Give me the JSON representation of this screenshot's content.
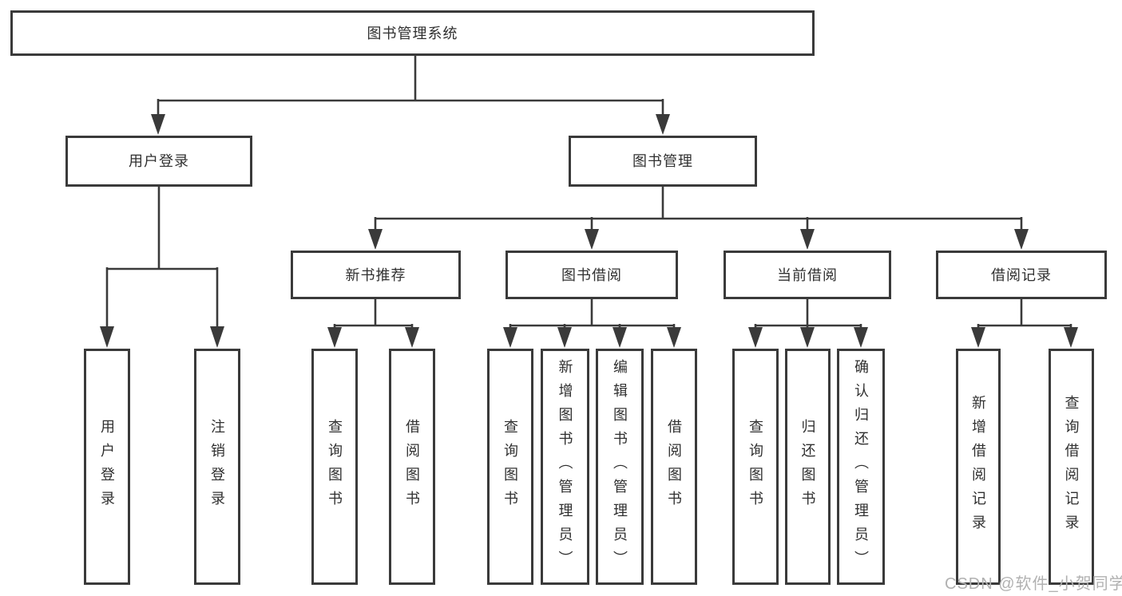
{
  "diagram_type": "hierarchy-chart",
  "colors": {
    "line": "#3a3a3a",
    "text": "#303030",
    "background": "#ffffff",
    "watermark": "#b1b1b1"
  },
  "watermark": {
    "text": "CSDN @软件_小贺同学"
  },
  "tree": {
    "label": "图书管理系统",
    "children": [
      {
        "label": "用户登录",
        "children": [
          {
            "label": "用户登录"
          },
          {
            "label": "注销登录"
          }
        ]
      },
      {
        "label": "图书管理",
        "children": [
          {
            "label": "新书推荐",
            "children": [
              {
                "label": "查询图书"
              },
              {
                "label": "借阅图书"
              }
            ]
          },
          {
            "label": "图书借阅",
            "children": [
              {
                "label": "查询图书"
              },
              {
                "label": "新增图书（管理员）"
              },
              {
                "label": "编辑图书（管理员）"
              },
              {
                "label": "借阅图书"
              }
            ]
          },
          {
            "label": "当前借阅",
            "children": [
              {
                "label": "查询图书"
              },
              {
                "label": "归还图书"
              },
              {
                "label": "确认归还（管理员）"
              }
            ]
          },
          {
            "label": "借阅记录",
            "children": [
              {
                "label": "新增借阅记录"
              },
              {
                "label": "查询借阅记录"
              }
            ]
          }
        ]
      }
    ]
  }
}
